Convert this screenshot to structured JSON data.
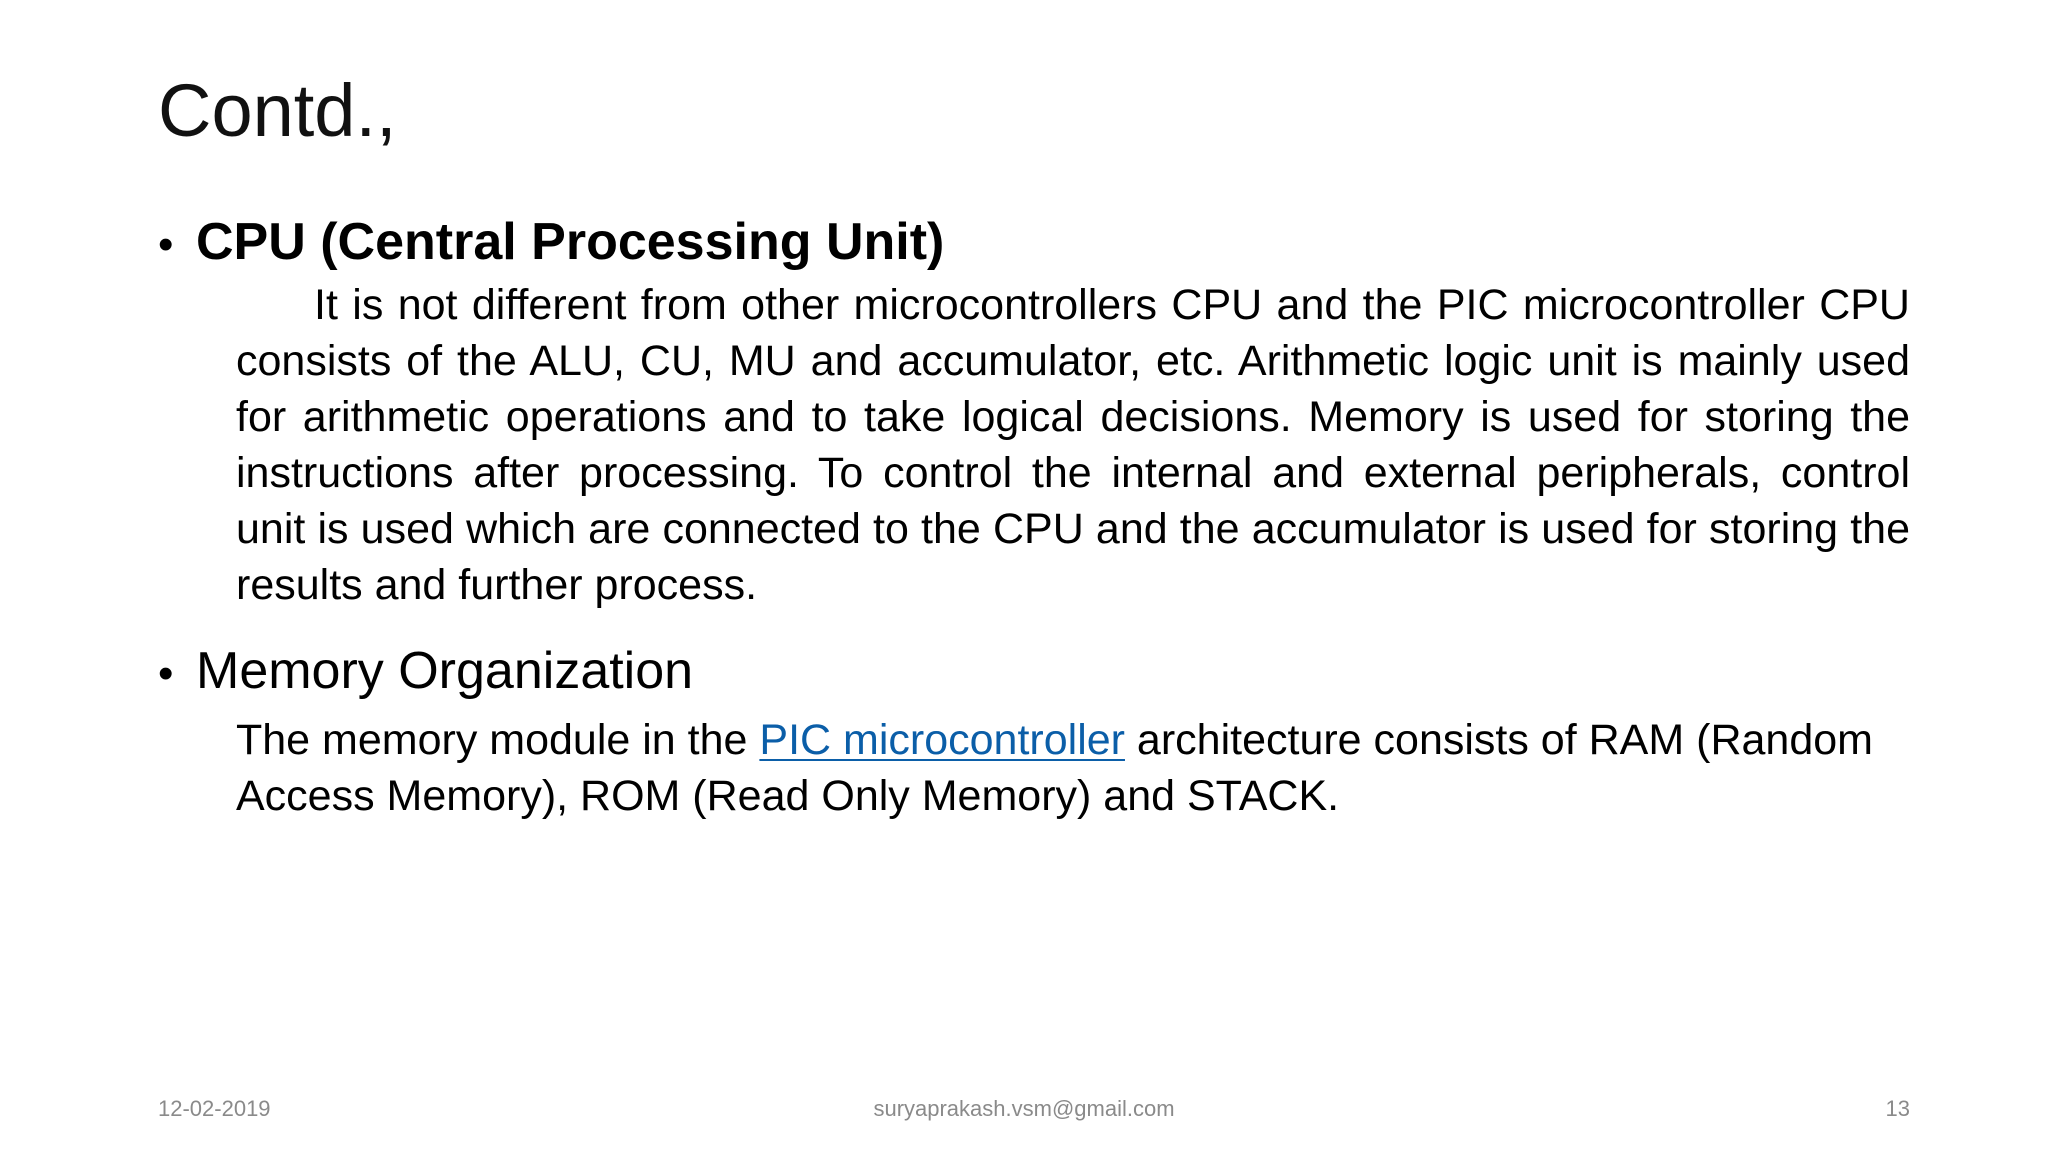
{
  "slide": {
    "title": "Contd.,",
    "sections": [
      {
        "heading": "CPU (Central Processing Unit)",
        "paragraph": "It is not different from other microcontrollers CPU and the PIC microcontroller CPU consists of the ALU, CU, MU and accumulator, etc. Arithmetic logic unit is mainly used for arithmetic operations and to take logical decisions. Memory is used for storing the instructions after processing. To control the internal and external peripherals, control unit is used which are connected to the CPU and the accumulator is used for storing the results and further process."
      },
      {
        "heading": "Memory Organization",
        "paragraph_before_link": "The memory module in the ",
        "link_text": "PIC microcontroller",
        "paragraph_after_link": " architecture consists of RAM (Random Access Memory), ROM (Read Only Memory) and STACK."
      }
    ]
  },
  "footer": {
    "date": "12-02-2019",
    "email": "suryaprakash.vsm@gmail.com",
    "page_number": "13"
  },
  "colors": {
    "link": "#0b5ea8",
    "footer_text": "#8a8a8a"
  }
}
